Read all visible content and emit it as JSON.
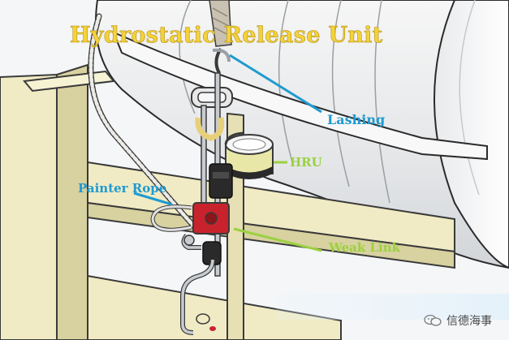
{
  "title": "Hydrostatic Release Unit",
  "labels": {
    "lashing": "Lashing",
    "hru": "HRU",
    "painter_rope": "Painter Rope",
    "weak_link": "Weak Link"
  },
  "watermark": {
    "text": "信德海事",
    "icon": "wechat-logo-icon"
  },
  "colors": {
    "title": "#f5d23a",
    "callout_blue": "#1f9ad1",
    "callout_green": "#9bd13f",
    "weak_link_red": "#c8232c",
    "cradle": "#f0ebc4",
    "canister": "#ededed"
  }
}
